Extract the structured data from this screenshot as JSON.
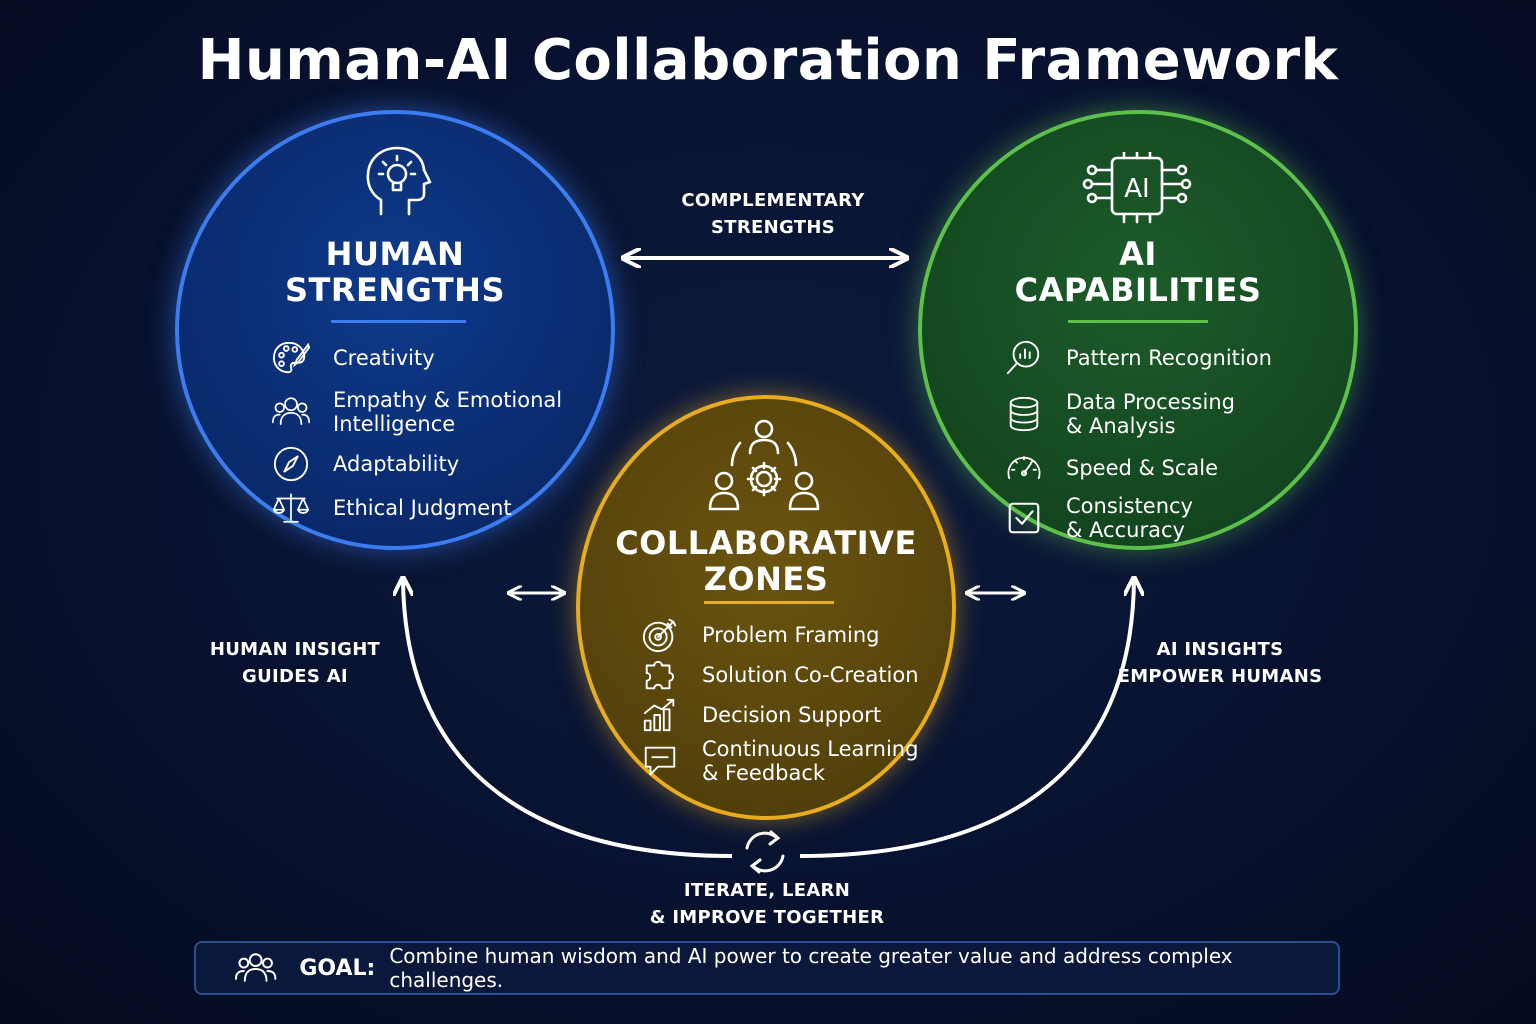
{
  "title": "Human-AI Collaboration Framework",
  "colors": {
    "human_accent": "#3b7df0",
    "ai_accent": "#5dc04a",
    "collab_accent": "#e8ac1c",
    "background": "#081230"
  },
  "human": {
    "title": "HUMAN\nSTRENGTHS",
    "header_icon": "head-lightbulb-icon",
    "items": [
      {
        "label": "Creativity",
        "icon": "palette-icon"
      },
      {
        "label": "Empathy & Emotional\nIntelligence",
        "icon": "people-icon"
      },
      {
        "label": "Adaptability",
        "icon": "compass-icon"
      },
      {
        "label": "Ethical Judgment",
        "icon": "scales-icon"
      }
    ]
  },
  "ai": {
    "title": "AI\nCAPABILITIES",
    "header_icon": "ai-chip-icon",
    "chip_text": "AI",
    "items": [
      {
        "label": "Pattern Recognition",
        "icon": "magnifier-chart-icon"
      },
      {
        "label": "Data Processing\n& Analysis",
        "icon": "database-icon"
      },
      {
        "label": "Speed & Scale",
        "icon": "speedometer-icon"
      },
      {
        "label": "Consistency\n& Accuracy",
        "icon": "checkbox-icon"
      }
    ]
  },
  "collab": {
    "title": "COLLABORATIVE\nZONES",
    "header_icon": "team-gear-icon",
    "items": [
      {
        "label": "Problem Framing",
        "icon": "target-icon"
      },
      {
        "label": "Solution Co-Creation",
        "icon": "puzzle-icon"
      },
      {
        "label": "Decision Support",
        "icon": "growth-chart-icon"
      },
      {
        "label": "Continuous Learning\n& Feedback",
        "icon": "chat-icon"
      }
    ]
  },
  "connectors": {
    "complementary": "COMPLEMENTARY\nSTRENGTHS",
    "human_insight": "HUMAN INSIGHT\nGUIDES AI",
    "ai_insights": "AI INSIGHTS\nEMPOWER HUMANS",
    "iterate": "ITERATE, LEARN\n& IMPROVE TOGETHER",
    "cycle_icon": "refresh-cycle-icon"
  },
  "goal": {
    "label": "GOAL:",
    "text": "Combine human wisdom and AI power to create greater value and address complex challenges.",
    "icon": "group-icon"
  }
}
